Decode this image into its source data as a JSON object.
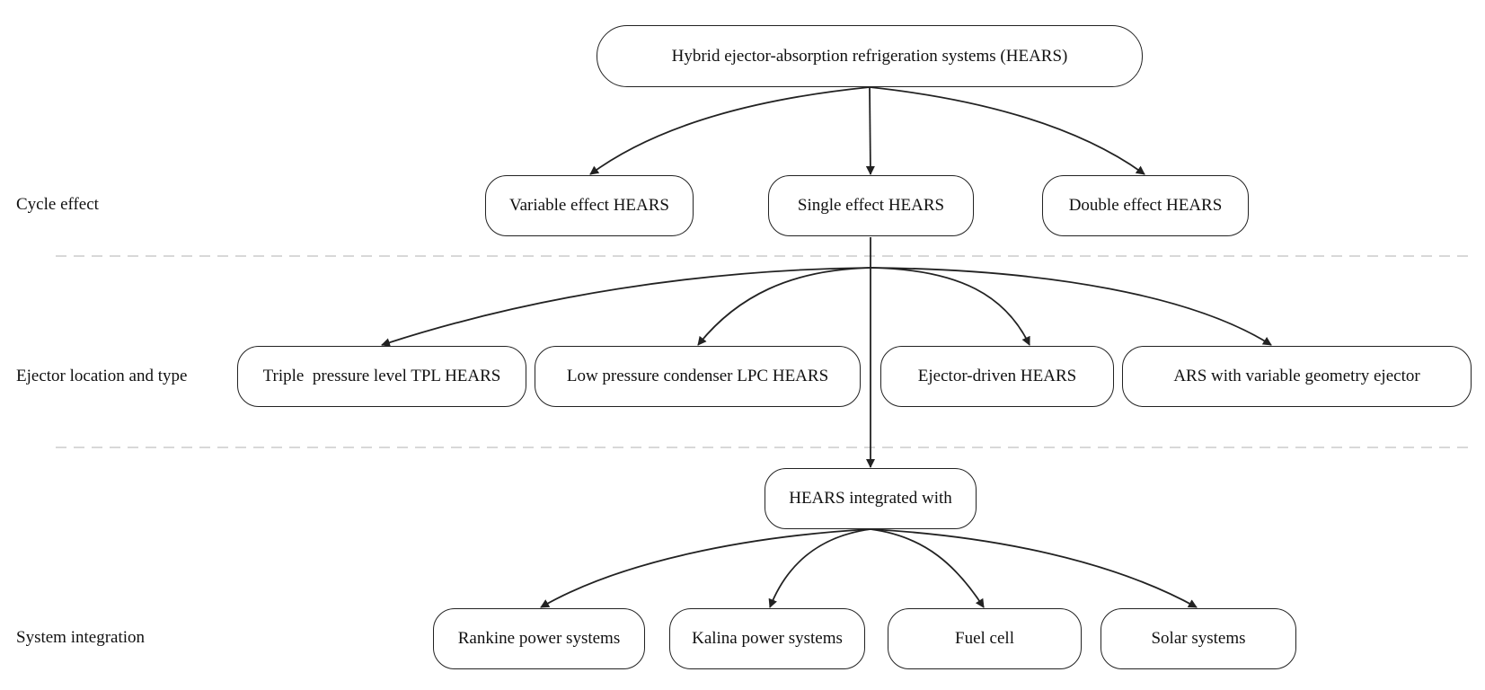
{
  "root": "Hybrid ejector-absorption refrigeration systems (HEARS)",
  "rows": {
    "cycle_effect": "Cycle effect",
    "ejector_location": "Ejector location and type",
    "system_integration": "System integration"
  },
  "cycle": {
    "variable": "Variable effect HEARS",
    "single": "Single effect HEARS",
    "double": "Double effect HEARS"
  },
  "ejector": {
    "tpl": "Triple  pressure level TPL HEARS",
    "lpc": "Low pressure condenser LPC HEARS",
    "driven": "Ejector-driven HEARS",
    "vge": "ARS with variable geometry ejector"
  },
  "integrated": "HEARS integrated with",
  "integration": {
    "rankine": "Rankine power systems",
    "kalina": "Kalina power systems",
    "fuel": "Fuel cell",
    "solar": "Solar systems"
  },
  "colors": {
    "line": "#222222",
    "divider": "#cccccc"
  }
}
